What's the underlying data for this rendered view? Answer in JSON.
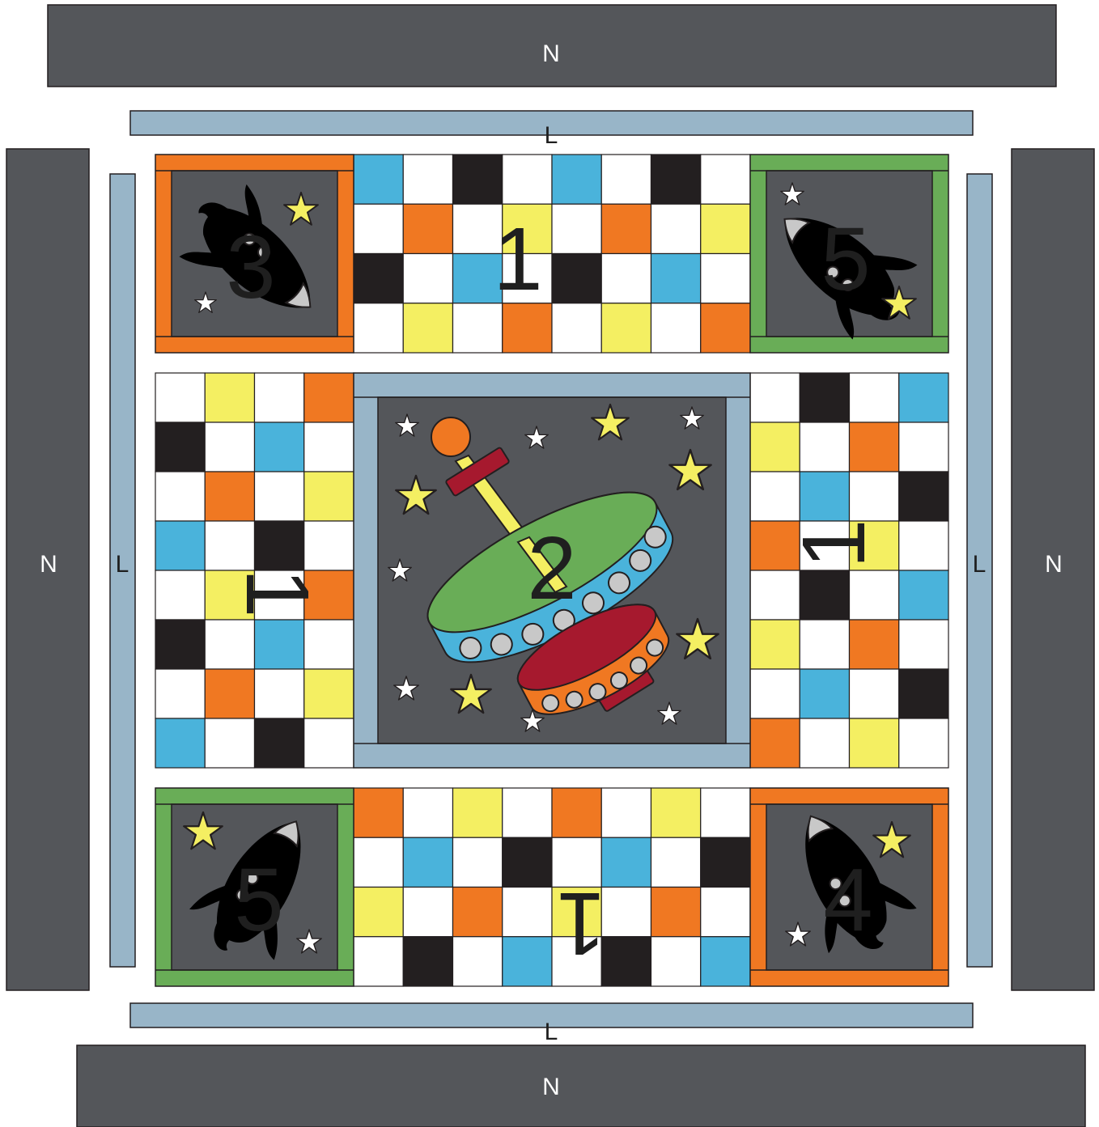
{
  "labels": {
    "border_n": "N",
    "border_l": "L",
    "block_1": "1",
    "block_2": "2",
    "block_3": "3",
    "block_4": "4",
    "block_5": "5"
  },
  "colors": {
    "charcoal": "#54565a",
    "light_blue_gray": "#98b5c8",
    "orange": "#f07822",
    "green": "#69ad57",
    "cyan": "#4ab3db",
    "black": "#231f20",
    "yellow": "#f4ef62",
    "white": "#ffffff",
    "red": "#a6192e",
    "mint": "#a8d8a8",
    "silver": "#c8c8c8"
  },
  "icons": [
    "rocket-icon",
    "flying-saucer-icon",
    "star-icon"
  ],
  "checker_patterns": {
    "top": [
      [
        "cyan",
        "white",
        "black",
        "white",
        "cyan",
        "white",
        "black",
        "white"
      ],
      [
        "white",
        "orange",
        "white",
        "yellow",
        "white",
        "orange",
        "white",
        "yellow"
      ],
      [
        "black",
        "white",
        "cyan",
        "white",
        "black",
        "white",
        "cyan",
        "white"
      ],
      [
        "white",
        "yellow",
        "white",
        "orange",
        "white",
        "yellow",
        "white",
        "orange"
      ]
    ],
    "bottom": [
      [
        "orange",
        "white",
        "yellow",
        "white",
        "orange",
        "white",
        "yellow",
        "white"
      ],
      [
        "white",
        "cyan",
        "white",
        "black",
        "white",
        "cyan",
        "white",
        "black"
      ],
      [
        "yellow",
        "white",
        "orange",
        "white",
        "yellow",
        "white",
        "orange",
        "white"
      ],
      [
        "white",
        "black",
        "white",
        "cyan",
        "white",
        "black",
        "white",
        "cyan"
      ]
    ],
    "left": [
      [
        "white",
        "yellow",
        "white",
        "orange"
      ],
      [
        "black",
        "white",
        "cyan",
        "white"
      ],
      [
        "white",
        "orange",
        "white",
        "yellow"
      ],
      [
        "cyan",
        "white",
        "black",
        "white"
      ],
      [
        "white",
        "yellow",
        "white",
        "orange"
      ],
      [
        "black",
        "white",
        "cyan",
        "white"
      ],
      [
        "white",
        "orange",
        "white",
        "yellow"
      ],
      [
        "cyan",
        "white",
        "black",
        "white"
      ]
    ],
    "right": [
      [
        "white",
        "black",
        "white",
        "cyan"
      ],
      [
        "yellow",
        "white",
        "orange",
        "white"
      ],
      [
        "white",
        "cyan",
        "white",
        "black"
      ],
      [
        "orange",
        "white",
        "yellow",
        "white"
      ],
      [
        "white",
        "black",
        "white",
        "cyan"
      ],
      [
        "yellow",
        "white",
        "orange",
        "white"
      ],
      [
        "white",
        "cyan",
        "white",
        "black"
      ],
      [
        "orange",
        "white",
        "yellow",
        "white"
      ]
    ]
  }
}
